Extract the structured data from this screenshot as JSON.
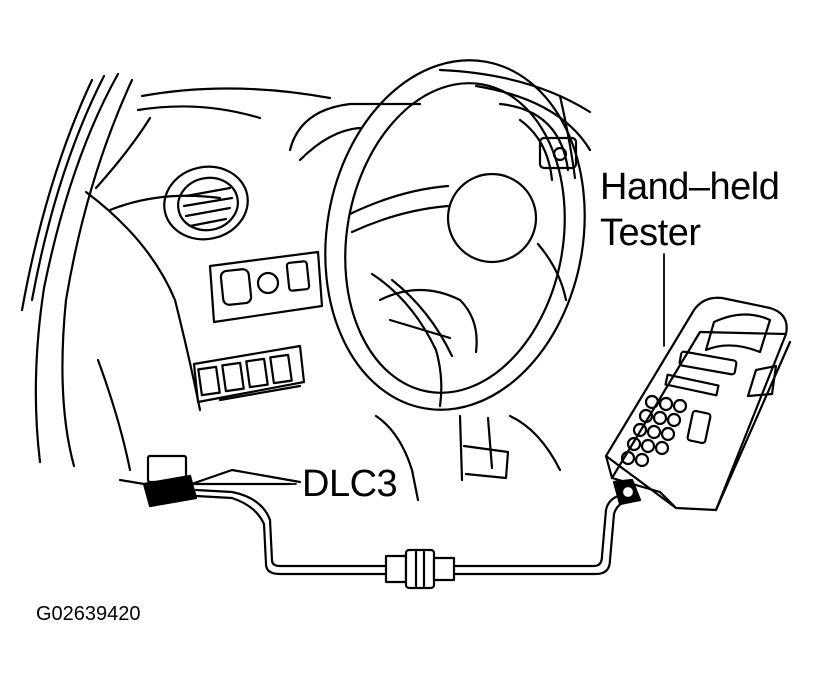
{
  "labels": {
    "tester_line1": "Hand–held",
    "tester_line2": "Tester",
    "connector": "DLC3",
    "figure_id": "G02639420"
  }
}
